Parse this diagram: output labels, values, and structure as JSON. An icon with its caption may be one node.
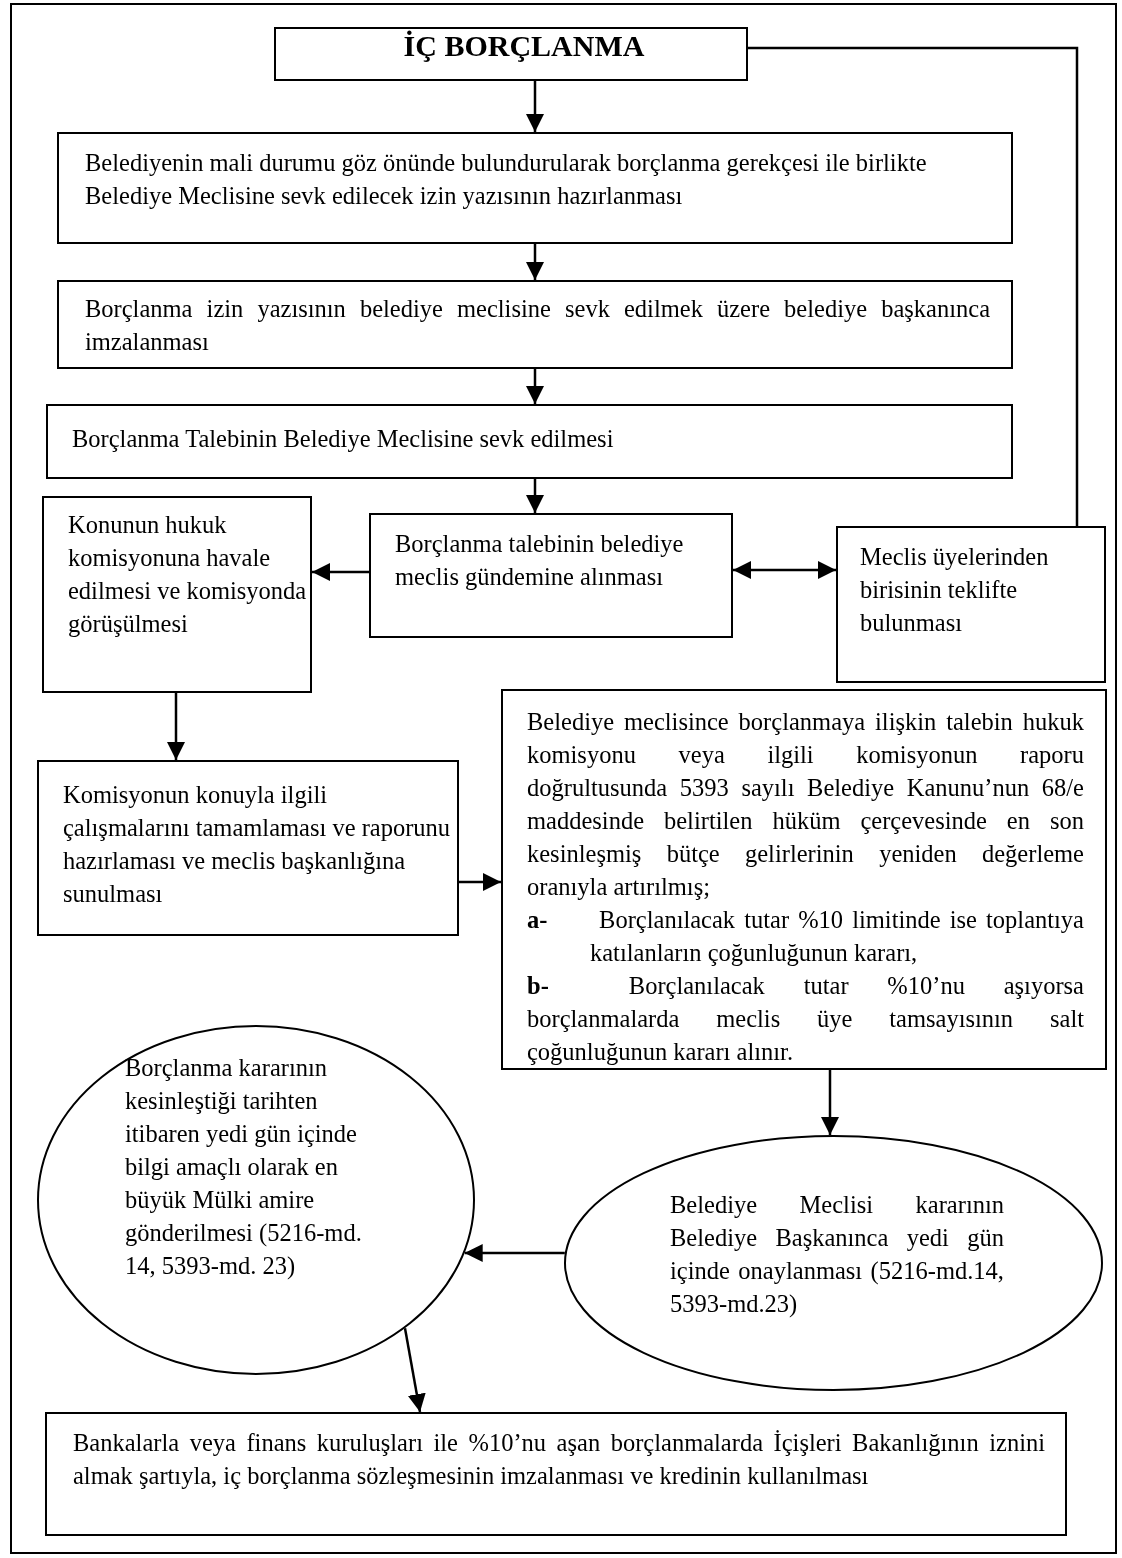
{
  "diagram": {
    "nodes": [
      {
        "text": [
          "İÇ BORÇLANMA"
        ]
      },
      {
        "text": [
          "Belediyenin mali durumu göz önünde bulundurularak borçlanma gerekçesi ile birlikte Belediye Meclisine sevk edilecek izin yazısının hazırlanması"
        ]
      },
      {
        "text": [
          "Borçlanma izin yazısının belediye meclisine sevk edilmek üzere belediye başkanınca imzalanması"
        ]
      },
      {
        "text": [
          "Borçlanma Talebinin Belediye Meclisine sevk edilmesi"
        ]
      },
      {
        "text": [
          "Konunun hukuk komisyonuna havale edilmesi ve komisyonda görüşülmesi"
        ]
      },
      {
        "text": [
          "Borçlanma talebinin belediye meclis gündemine alınması"
        ]
      },
      {
        "text": [
          "Meclis üyelerinden birisinin teklifte bulunması"
        ]
      },
      {
        "text": [
          "Komisyonun konuyla ilgili çalışmalarını tamamlaması ve raporunu hazırlaması ve meclis başkanlığına sunulması"
        ]
      },
      {
        "text": [
          "Belediye meclisince borçlanmaya ilişkin talebin hukuk komisyonu veya ilgili komisyonun raporu doğrultusunda 5393 sayılı Belediye Kanunu’nun 68/e maddesinde belirtilen hüküm çerçevesinde en son kesinleşmiş bütçe gelirlerinin yeniden değerleme oranıyla artırılmış;",
          "**a-** Borçlanılacak tutar %10 limitinde ise toplantıya katılanların çoğunluğunun kararı,",
          "**b-** Borçlanılacak tutar %10’nu aşıyorsa borçlanmalarda meclis üye tamsayısının salt çoğunluğunun kararı alınır."
        ]
      },
      {
        "text": [
          "Borçlanma kararının kesinleştiği tarihten itibaren yedi gün içinde bilgi amaçlı olarak en büyük Mülki amire gönderilmesi (5216-md. 14, 5393-md. 23)"
        ]
      },
      {
        "text": [
          "Belediye Meclisi kararının Belediye Başkanınca yedi gün içinde onaylanması (5216-md.14, 5393-md.23)"
        ]
      },
      {
        "text": [
          "Bankalarla veya finans kuruluşları ile %10’nu aşan borçlanmalarda İçişleri Bakanlığının iznini almak şartıyla, iç borçlanma sözleşmesinin imzalanması ve kredinin kullanılması"
        ]
      }
    ],
    "edges": [
      {
        "from": 0,
        "to": 1,
        "arrow": "to"
      },
      {
        "from": 1,
        "to": 2,
        "arrow": "to"
      },
      {
        "from": 2,
        "to": 3,
        "arrow": "to"
      },
      {
        "from": 3,
        "to": 5,
        "arrow": "to"
      },
      {
        "from": 5,
        "to": 4,
        "arrow": "to"
      },
      {
        "from": 5,
        "to": 6,
        "arrow": "both"
      },
      {
        "from": 6,
        "to": 0,
        "arrow": "none"
      },
      {
        "from": 4,
        "to": 7,
        "arrow": "to"
      },
      {
        "from": 7,
        "to": 8,
        "arrow": "to"
      },
      {
        "from": 8,
        "to": 10,
        "arrow": "to"
      },
      {
        "from": 10,
        "to": 9,
        "arrow": "to"
      },
      {
        "from": 9,
        "to": 11,
        "arrow": "to"
      }
    ]
  }
}
